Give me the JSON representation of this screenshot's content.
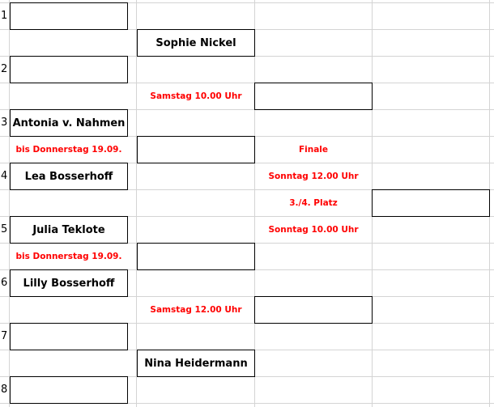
{
  "seeds": [
    "1",
    "2",
    "3",
    "4",
    "5",
    "6",
    "7",
    "8"
  ],
  "round1": {
    "p1": "",
    "p2": "",
    "p3": "Antonia v. Nahmen",
    "p4": "Lea Bosserhoff",
    "p5": "Julia Teklote",
    "p6": "Lilly Bosserhoff",
    "p7": "",
    "p8": "",
    "deadline_a": "bis Donnerstag 19.09.",
    "deadline_b": "bis Donnerstag 19.09."
  },
  "round2": {
    "q1": "Sophie Nickel",
    "q2": "",
    "q3": "",
    "q4": "Nina Heidermann",
    "time_a": "Samstag 10.00 Uhr",
    "time_b": "Samstag 12.00 Uhr"
  },
  "semis": {
    "s1": "",
    "s2": "",
    "final_label": "Finale",
    "final_time": "Sonntag 12.00 Uhr",
    "third_label": "3./4. Platz",
    "third_time": "Sonntag 10.00 Uhr"
  },
  "final": {
    "winner": ""
  }
}
